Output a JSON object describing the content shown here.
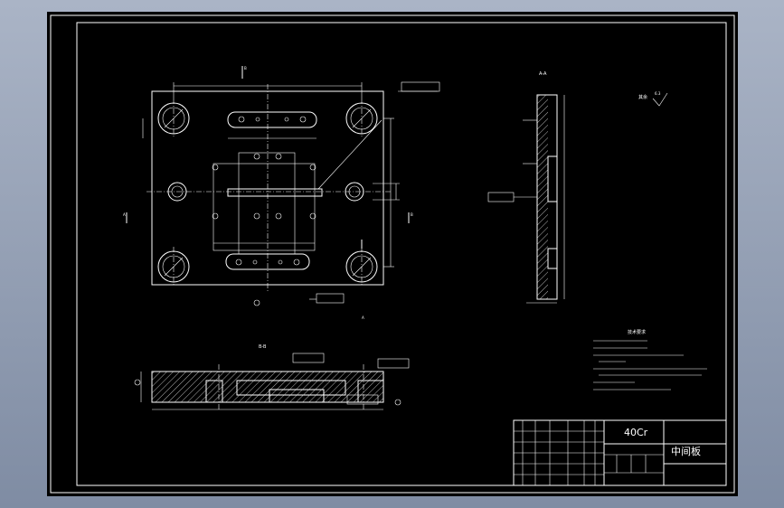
{
  "title_block": {
    "material": "40Cr",
    "part_name": "中间板"
  },
  "technical_requirements": {
    "heading": "技术要求"
  },
  "section_labels": {
    "top_view_section": "B-B",
    "side_view_section": "A-A",
    "side_marker_left": "A",
    "side_marker_right": "B",
    "bottom_marker": "A"
  },
  "roughness": {
    "label": "其余",
    "value": "6.3"
  },
  "colors": {
    "lines": "#ffffff",
    "sheet_bg": "#000000",
    "frame_bg": "#8e9bb0"
  }
}
